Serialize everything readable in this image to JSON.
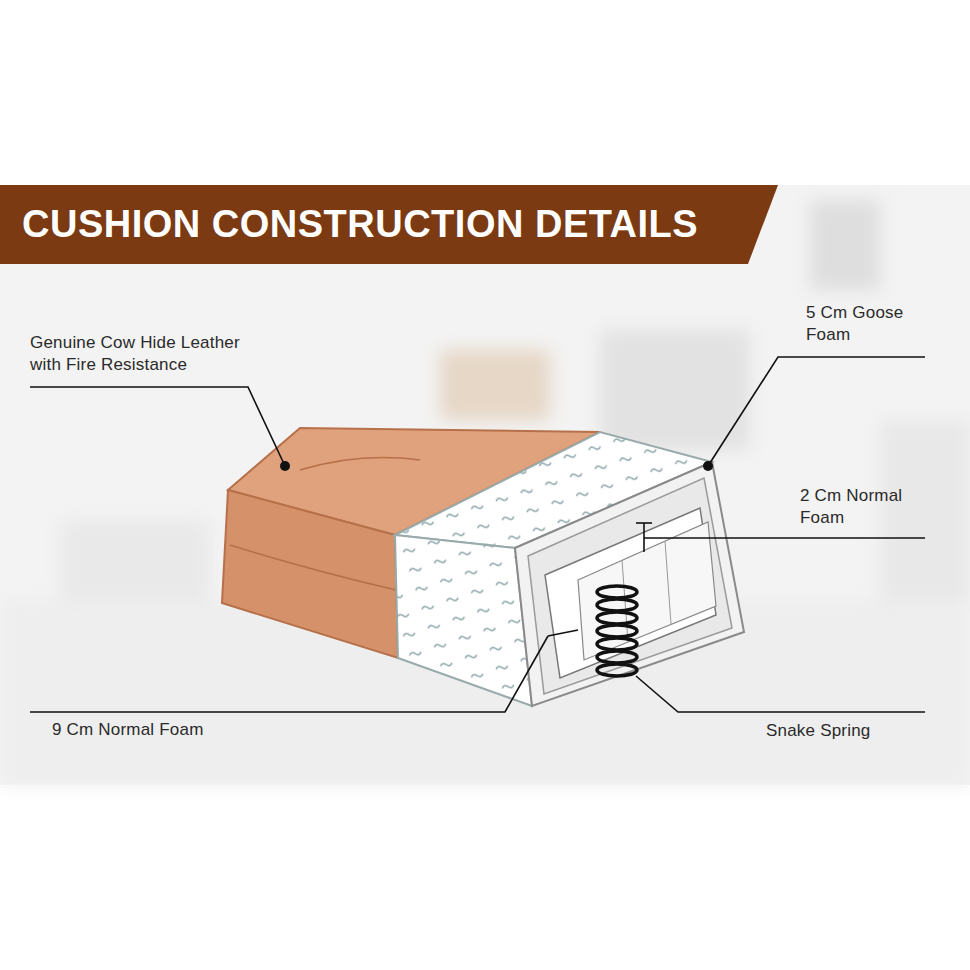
{
  "diagram": {
    "title": "CUSHION CONSTRUCTION DETAILS",
    "labels": [
      "Genuine Cow Hide Leather with Fire Resistance",
      "5 Cm Goose Foam",
      "2 Cm Normal Foam",
      "9 Cm Normal Foam",
      "Snake Spring"
    ]
  }
}
